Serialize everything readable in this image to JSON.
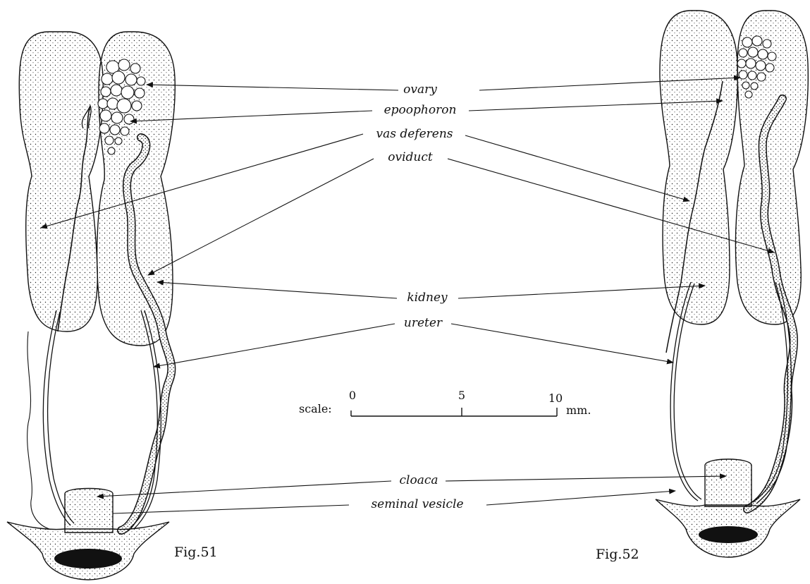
{
  "labels": {
    "ovary": "ovary",
    "epoophoron": "epoophoron",
    "vas_deferens": "vas deferens",
    "oviduct": "oviduct",
    "kidney": "kidney",
    "ureter": "ureter",
    "cloaca": "cloaca",
    "seminal_vesicle": "seminal vesicle"
  },
  "scale": {
    "prefix": "scale:",
    "tick_0": "0",
    "tick_5": "5",
    "tick_10": "10",
    "unit": "mm."
  },
  "figures": {
    "left": "Fig.51",
    "right": "Fig.52"
  },
  "colors": {
    "ink": "#111111",
    "paper": "#ffffff",
    "stipple": "#222222"
  }
}
